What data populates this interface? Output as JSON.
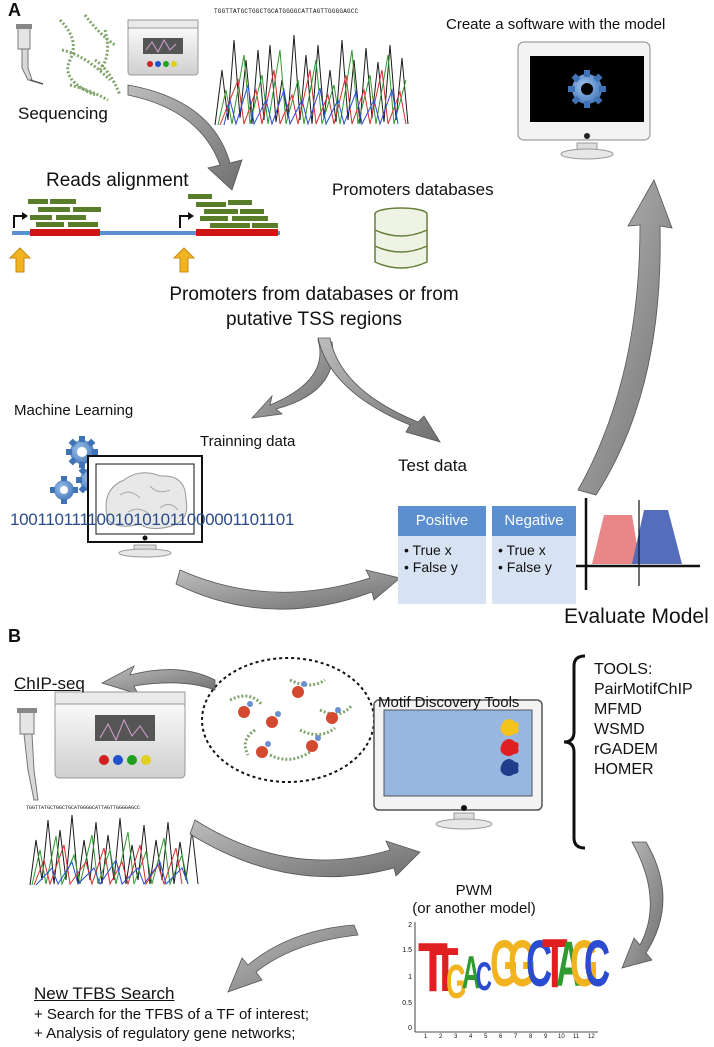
{
  "panels": {
    "a": "A",
    "b": "B"
  },
  "panel_a": {
    "sequencing": "Sequencing",
    "chromatogram_seq": "TGGTTATGCTGGCTGCATGGGGCATTAGTTGGGGAGCC",
    "create_software": "Create a software with the model",
    "reads_alignment": "Reads alignment",
    "promoters_databases": "Promoters databases",
    "promoters_from_line1": "Promoters from databases or from",
    "promoters_from_line2": "putative TSS regions",
    "machine_learning": "Machine Learning",
    "training_data": "Trainning data",
    "test_data": "Test data",
    "binary": "10011011110010101011000001101101",
    "positive": {
      "header": "Positive",
      "line1": "• True x",
      "line2": "• False y"
    },
    "negative": {
      "header": "Negative",
      "line1": "• True x",
      "line2": "• False y"
    },
    "evaluate_model": "Evaluate Model"
  },
  "panel_b": {
    "chipseq": "ChIP-seq",
    "motif_discovery_tools": "Motif Discovery Tools",
    "tools": [
      "TOOLS:",
      "PairMotifChIP",
      "MFMD",
      "WSMD",
      "rGADEM",
      "HOMER"
    ],
    "pwm_line1": "PWM",
    "pwm_line2": "(or another model)",
    "chromatogram_seq": "TGGTTATGCTGGCTGCATGGGGCATTAGTTGGGGAGCC",
    "logo_yticks": [
      "2",
      "1.5",
      "1",
      "0.5",
      "0"
    ],
    "logo_xticks": [
      "1",
      "2",
      "3",
      "4",
      "5",
      "6",
      "7",
      "8",
      "9",
      "10",
      "11",
      "12"
    ],
    "logo_letters": [
      "T",
      "T",
      "G",
      "A",
      "C",
      "G",
      "G",
      "C",
      "T",
      "A",
      "G",
      "C"
    ],
    "new_tfbs_search": "New TFBS Search",
    "bullet1": "+ Search for the TFBS of a TF of interest;",
    "bullet2": "+ Analysis of regulatory gene networks;"
  },
  "colors": {
    "arrow_fill": "#8a8a8a",
    "read_green": "#5a7d2a",
    "promoter_red": "#d01515",
    "genome_blue": "#5b8fd0",
    "pos_red": "#e7797b",
    "neg_blue": "#4c66b8",
    "tss_arrow_yellow": "#f2b320",
    "header_blue": "#5b8fd0",
    "box_bg": "#d7e3f3"
  }
}
